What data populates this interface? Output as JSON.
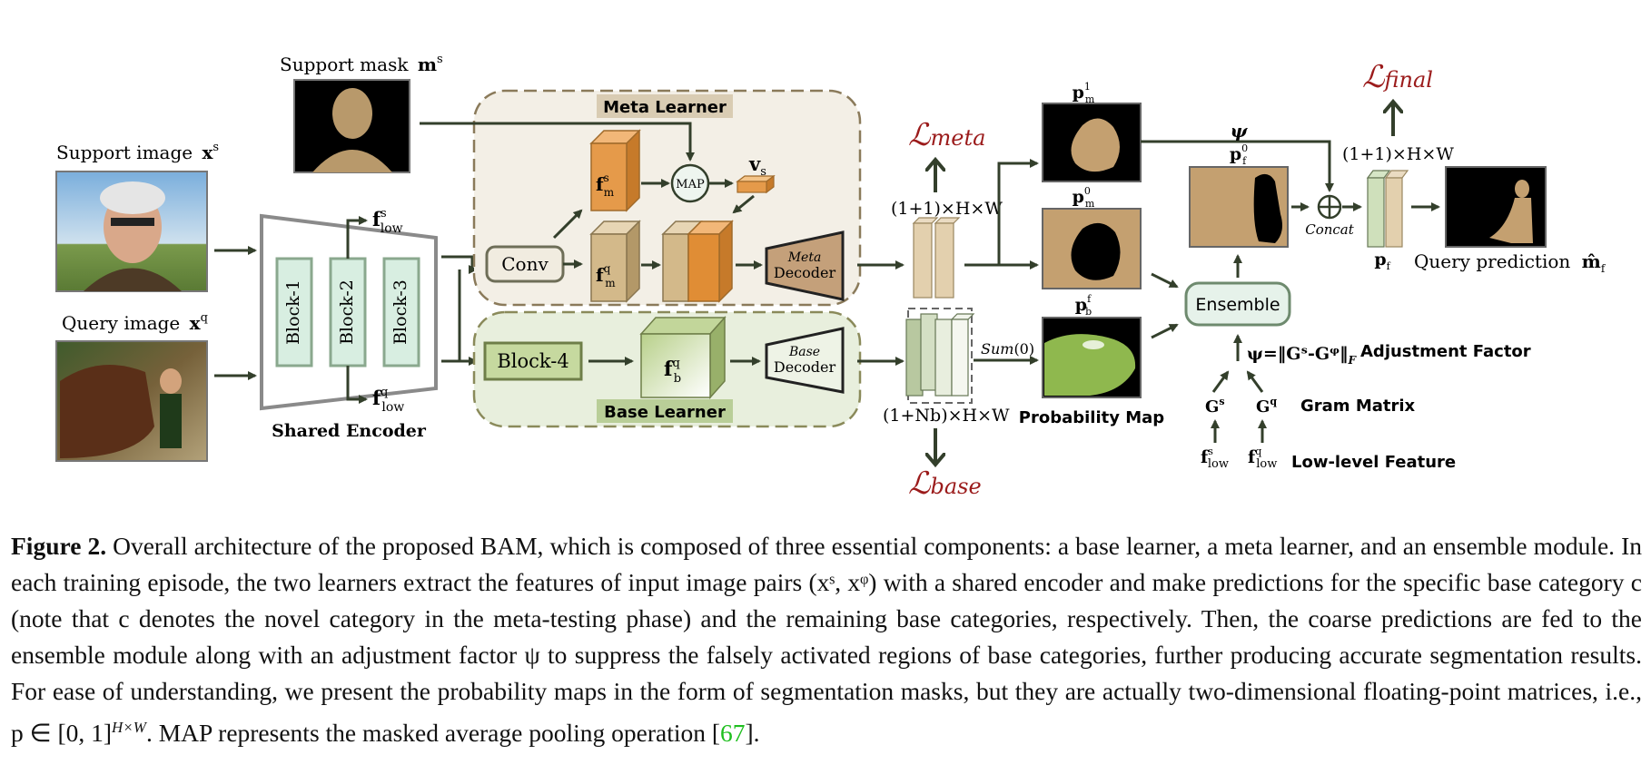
{
  "figure": {
    "support_image_label": "Support image",
    "support_image_var": "x",
    "support_image_sup": "s",
    "query_image_label": "Query image",
    "query_image_var": "x",
    "query_image_sup": "q",
    "support_mask_label": "Support mask",
    "support_mask_var": "m",
    "support_mask_sup": "s",
    "encoder": {
      "blocks": [
        "Block-1",
        "Block-2",
        "Block-3"
      ],
      "label": "Shared Encoder",
      "f_low_s": "f",
      "f_low_s_sub": "low",
      "f_low_s_sup": "s",
      "f_low_q": "f",
      "f_low_q_sub": "low",
      "f_low_q_sup": "q"
    },
    "meta": {
      "title": "Meta Learner",
      "conv": "Conv",
      "map": "MAP",
      "fms": "f",
      "fms_sub": "m",
      "fms_sup": "s",
      "fmq": "f",
      "fmq_sub": "m",
      "fmq_sup": "q",
      "vs": "v",
      "vs_sub": "s",
      "decoder_top": "Meta",
      "decoder_bottom": "Decoder"
    },
    "base": {
      "title": "Base Learner",
      "block4": "Block-4",
      "fbq": "f",
      "fbq_sub": "b",
      "fbq_sup": "q",
      "decoder_top": "Base",
      "decoder_bottom": "Decoder"
    },
    "loss_meta": "ℒ",
    "loss_meta_sub": "meta",
    "loss_base": "ℒ",
    "loss_base_sub": "base",
    "loss_final": "ℒ",
    "loss_final_sub": "final",
    "dim_meta": "(1+1)×H×W",
    "dim_base": "(1+Nb)×H×W",
    "dim_final": "(1+1)×H×W",
    "sum_label": "Sum(0)",
    "pm1": "p",
    "pm1_sub": "m",
    "pm1_sup": "1",
    "pm0": "p",
    "pm0_sub": "m",
    "pm0_sup": "0",
    "pbf": "p",
    "pbf_sub": "b",
    "pbf_sup": "f",
    "pf0": "p",
    "pf0_sub": "f",
    "pf0_sup": "0",
    "pf": "p",
    "pf_sub": "f",
    "psi": "ψ",
    "concat": "Concat",
    "ensemble": "Ensemble",
    "prob_map_label": "Probability Map",
    "query_pred_label": "Query prediction",
    "query_pred_var": "m̂",
    "query_pred_sub": "f",
    "adjustment_formula": "ψ=‖Gˢ-Gᵠ‖",
    "adjustment_formula_sub": "F",
    "adjustment_label": "Adjustment Factor",
    "gram_s": "G",
    "gram_s_sup": "s",
    "gram_q": "G",
    "gram_q_sup": "q",
    "gram_label": "Gram Matrix",
    "low_s": "f",
    "low_s_sub": "low",
    "low_s_sup": "s",
    "low_q": "f",
    "low_q_sub": "low",
    "low_q_sup": "q",
    "low_label": "Low-level Feature"
  },
  "caption": {
    "label": "Figure 2.",
    "part1": " Overall architecture of the proposed BAM, which is composed of three essential components: a base learner, a meta learner, and an ensemble module. In each training episode, the two learners extract the features of input image pairs (xˢ, xᵠ) with a shared encoder and make predictions for the specific base category c (note that c denotes the novel category in the meta-testing phase) and the remaining base categories, respectively. Then, the coarse predictions are fed to the ensemble module along with an adjustment factor ψ to suppress the falsely activated regions of base categories, further producing accurate segmentation results. For ease of understanding, we present the probability maps in the form of segmentation masks, but they are actually two-dimensional floating-point matrices, i.e., p ∈ [0, 1]",
    "sup": "H×W",
    "part2": ". MAP represents the masked average pooling operation [",
    "ref": "67",
    "part3": "]."
  },
  "colors": {
    "meta_bg": "#f3efe6",
    "base_bg": "#e8efdd",
    "block_fill": "#d8eee1",
    "block4_fill": "#c6d99f",
    "tan": "#c4a070",
    "orange": "#e08d35",
    "green_map": "#8fb84e",
    "loss_red": "#9b1b1b",
    "arrow": "#333f2b",
    "ref_green": "#1fbf1f"
  }
}
